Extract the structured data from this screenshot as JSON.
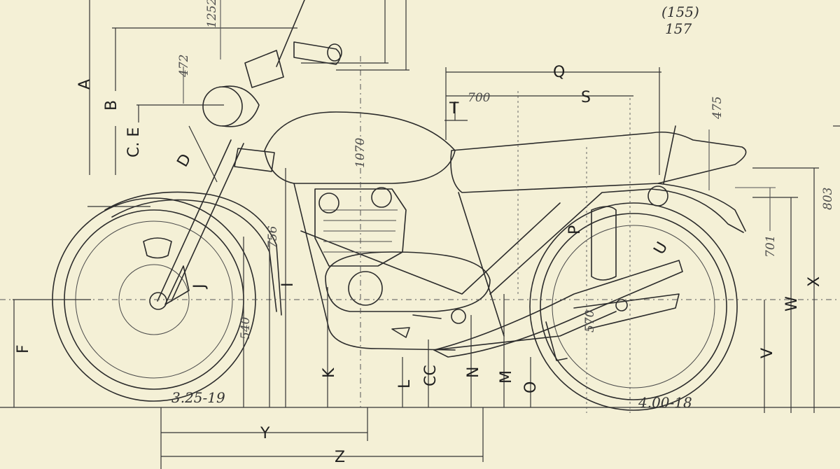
{
  "drawing": {
    "labels": {
      "A": "A",
      "B": "B",
      "CE": "C. E",
      "D": "D",
      "F": "F",
      "I": "I",
      "J": "J",
      "K": "K",
      "L": "L",
      "CC": "CC",
      "N": "N",
      "M": "M",
      "O": "O",
      "P": "P",
      "Q": "Q",
      "S": "S",
      "T": "T",
      "U": "U",
      "V": "V",
      "W": "W",
      "X": "X",
      "Y": "Y",
      "Z": "Z"
    },
    "notes": {
      "n155": "(155)",
      "n157": "157",
      "n1252": "1252",
      "n472": "472",
      "n475": "475",
      "n1070": "1070",
      "n756": "756",
      "n540": "540",
      "n570": "570",
      "n701": "701",
      "n803": "803",
      "n700": "700",
      "front_tire": "3.25-19",
      "rear_tire": "4.00-18"
    },
    "colors": {
      "paper": "#f4f0d6",
      "ink": "#2b2b2b",
      "pencil": "#555555"
    }
  }
}
